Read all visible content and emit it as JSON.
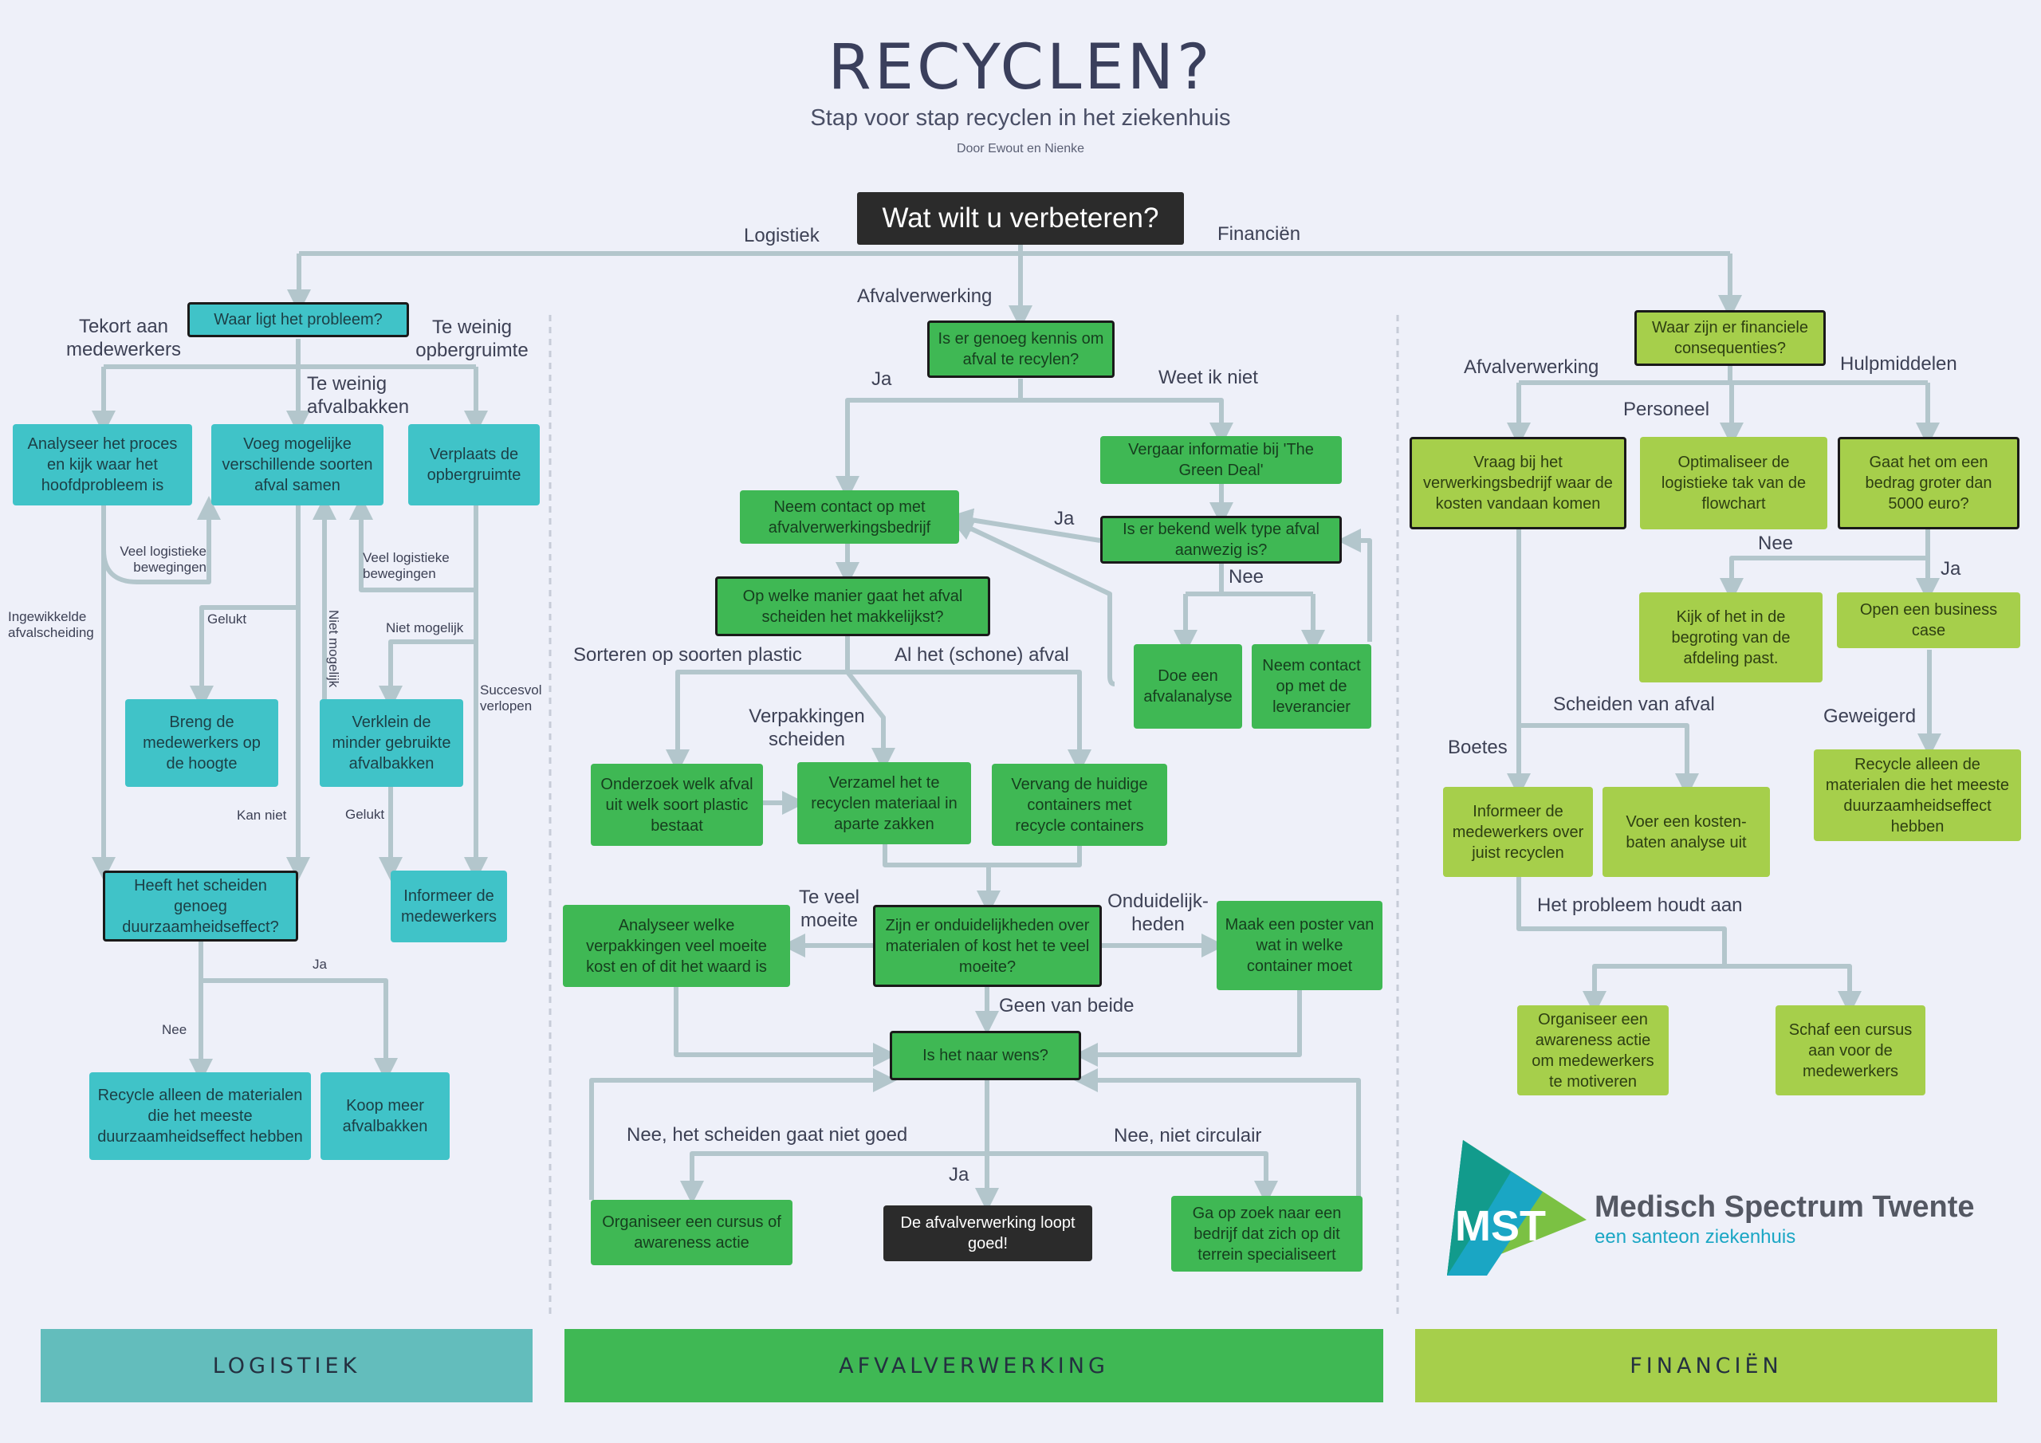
{
  "header": {
    "title": "RECYCLEN?",
    "subtitle": "Stap voor stap recyclen in het ziekenhuis",
    "author": "Door Ewout en Nienke"
  },
  "root": "Wat wilt u verbeteren?",
  "branches": {
    "logistiek": "Logistiek",
    "financien": "Financiën",
    "afvalverwerking": "Afvalverwerking"
  },
  "logistiek": {
    "q1": "Waar ligt het probleem?",
    "lbl_tekort": "Tekort aan medewerkers",
    "lbl_afvalbakken": "Te weinig afvalbakken",
    "lbl_opberg": "Te weinig opbergruimte",
    "analyseer": "Analyseer het proces en kijk waar het hoofdprobleem is",
    "voeg": "Voeg mogelijke verschillende soorten afval samen",
    "verplaats": "Verplaats de opbergruimte",
    "lbl_veel1": "Veel logistieke bewegingen",
    "lbl_veel2": "Veel logistieke bewegingen",
    "lbl_ingewikkeld": "Ingewikkelde afvalscheiding",
    "lbl_gelukt1": "Gelukt",
    "lbl_niet_mogelijk_v": "Niet mogelijk",
    "lbl_niet_mogelijk": "Niet mogelijk",
    "lbl_succesvol": "Succesvol verlopen",
    "breng": "Breng de medewerkers op de hoogte",
    "verklein": "Verklein de minder gebruikte afvalbakken",
    "lbl_kan_niet": "Kan niet",
    "lbl_gelukt2": "Gelukt",
    "heeft": "Heeft het scheiden genoeg duurzaamheidseffect?",
    "informeer": "Informeer de medewerkers",
    "lbl_ja": "Ja",
    "lbl_nee": "Nee",
    "recycle": "Recycle alleen de materialen die het meeste duurzaamheidseffect hebben",
    "koop": "Koop meer afvalbakken"
  },
  "afval": {
    "q1": "Is er genoeg kennis om afval te recylen?",
    "lbl_ja": "Ja",
    "lbl_weet": "Weet ik niet",
    "vergaar": "Vergaar informatie bij 'The Green Deal'",
    "neem_contact": "Neem contact op met afvalverwerkingsbedrijf",
    "lbl_ja2": "Ja",
    "bekend": "Is er bekend welk type afval aanwezig is?",
    "lbl_nee": "Nee",
    "op_welke": "Op welke manier gaat het afval scheiden het makkelijkst?",
    "doe": "Doe een afvalanalyse",
    "neem_lev": "Neem contact op met de leverancier",
    "lbl_sorteren": "Sorteren op soorten plastic",
    "lbl_al": "Al het (schone) afval",
    "lbl_verpak": "Verpakkingen scheiden",
    "onderzoek": "Onderzoek welk afval uit welk soort plastic bestaat",
    "verzamel": "Verzamel het te recyclen materiaal in aparte zakken",
    "vervang": "Vervang de huidige containers met recycle containers",
    "analyseer": "Analyseer welke verpakkingen veel moeite kost en of dit het waard is",
    "lbl_teveel": "Te veel moeite",
    "zijn": "Zijn er onduidelijkheden over materialen of kost het te  veel moeite?",
    "lbl_ondui": "Onduidelijk-heden",
    "maak": "Maak een poster van wat in welke container moet",
    "lbl_geen": "Geen van beide",
    "wens": "Is het naar wens?",
    "lbl_nee_scheiden": "Nee, het scheiden gaat niet goed",
    "lbl_nee_circ": "Nee,  niet circulair",
    "lbl_ja3": "Ja",
    "organiseer": "Organiseer een cursus of awareness actie",
    "loopt": "De afvalverwerking loopt goed!",
    "ga": "Ga op zoek naar een bedrijf dat zich op dit terrein specialiseert"
  },
  "fin": {
    "q1": "Waar zijn er financiele consequenties?",
    "lbl_afval": "Afvalverwerking",
    "lbl_personeel": "Personeel",
    "lbl_hulp": "Hulpmiddelen",
    "vraag": "Vraag bij het verwerkingsbedrijf waar de kosten vandaan komen",
    "optimaliseer": "Optimaliseer de logistieke tak van de flowchart",
    "gaat": "Gaat het om een bedrag groter dan 5000 euro?",
    "lbl_nee": "Nee",
    "lbl_ja": "Ja",
    "kijk": "Kijk of het in de begroting van de afdeling past.",
    "open": "Open een business case",
    "lbl_scheiden": "Scheiden van afval",
    "lbl_geweigerd": "Geweigerd",
    "lbl_boetes": "Boetes",
    "informeer": "Informeer de medewerkers over juist recyclen",
    "voer": "Voer een kosten-baten analyse uit",
    "recycle": "Recycle alleen de materialen die het meeste duurzaamheidseffect hebben",
    "lbl_houdt": "Het probleem houdt aan",
    "organiseer": "Organiseer een awareness actie om medewerkers te motiveren",
    "schaf": "Schaf een cursus aan voor de medewerkers"
  },
  "bands": {
    "logistiek": "LOGISTIEK",
    "afval": "AFVALVERWERKING",
    "fin": "FINANCIËN"
  },
  "logo": {
    "mark": "MST",
    "name": "Medisch Spectrum Twente",
    "sub": "een santeon ziekenhuis"
  },
  "colors": {
    "logistiek": "#40c3c8",
    "afvalverwerking": "#3fb854",
    "financien": "#a6cf4b",
    "connector": "#b3c6cc"
  }
}
